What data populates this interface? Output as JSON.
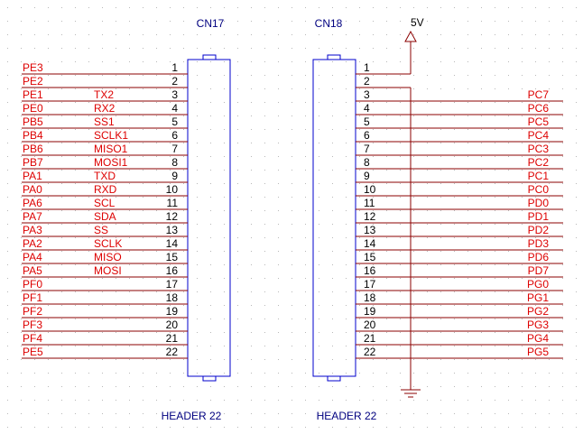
{
  "connectors": [
    {
      "ref": "CN17",
      "footer": "HEADER 22",
      "pins": [
        "1",
        "2",
        "3",
        "4",
        "5",
        "6",
        "7",
        "8",
        "9",
        "10",
        "11",
        "12",
        "13",
        "14",
        "15",
        "16",
        "17",
        "18",
        "19",
        "20",
        "21",
        "22"
      ],
      "net_labels": [
        "PE3",
        "PE2",
        "PE1",
        "PE0",
        "PB5",
        "PB4",
        "PB6",
        "PB7",
        "PA1",
        "PA0",
        "PA6",
        "PA7",
        "PA3",
        "PA2",
        "PA4",
        "PA5",
        "PF0",
        "PF1",
        "PF2",
        "PF3",
        "PF4",
        "PE5"
      ],
      "func_labels": [
        "",
        "",
        "TX2",
        "RX2",
        "SS1",
        "SCLK1",
        "MISO1",
        "MOSI1",
        "TXD",
        "RXD",
        "SCL",
        "SDA",
        "SS",
        "SCLK",
        "MISO",
        "MOSI",
        "",
        "",
        "",
        "",
        "",
        ""
      ]
    },
    {
      "ref": "CN18",
      "footer": "HEADER 22",
      "pins": [
        "1",
        "2",
        "3",
        "4",
        "5",
        "6",
        "7",
        "8",
        "9",
        "10",
        "11",
        "12",
        "13",
        "14",
        "15",
        "16",
        "17",
        "18",
        "19",
        "20",
        "21",
        "22"
      ],
      "net_labels": [
        "",
        "",
        "PC7",
        "PC6",
        "PC5",
        "PC4",
        "PC3",
        "PC2",
        "PC1",
        "PC0",
        "PD0",
        "PD1",
        "PD2",
        "PD3",
        "PD6",
        "PD7",
        "PG0",
        "PG1",
        "PG2",
        "PG3",
        "PG4",
        "PG5"
      ],
      "func_labels": []
    }
  ],
  "power": {
    "label": "5V"
  },
  "colors": {
    "net_label": "#dd0000",
    "wire": "#8b0000",
    "body": "#0000cc",
    "ref": "#000080",
    "pin": "#000000",
    "grid_dot": "#b8b8b8"
  }
}
